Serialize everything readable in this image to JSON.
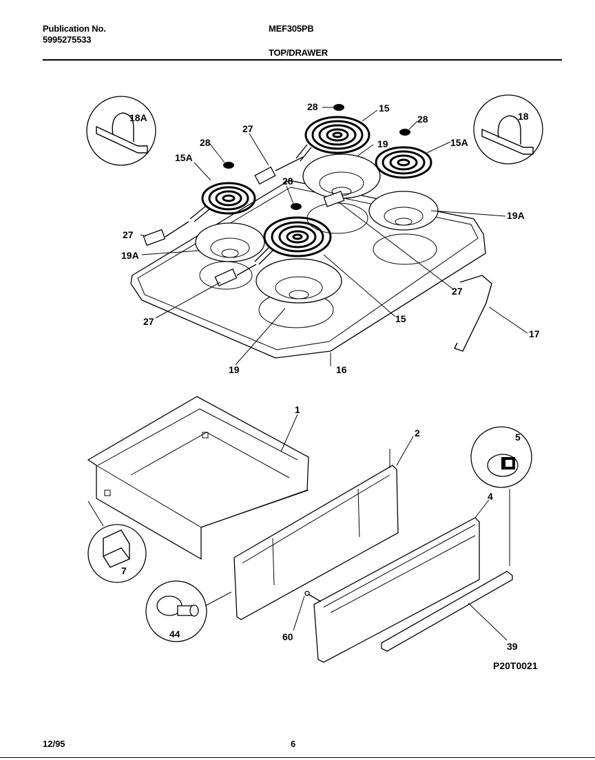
{
  "header": {
    "publication_label": "Publication No.",
    "publication_number": "5995275533",
    "model": "MEF305PB",
    "section": "TOP/DRAWER"
  },
  "footer": {
    "date": "12/95",
    "page": "6"
  },
  "diagram_id": "P20T0021",
  "callouts": {
    "c1": "1",
    "c2": "2",
    "c4": "4",
    "c5": "5",
    "c7": "7",
    "c15_top": "15",
    "c15_bottom": "15",
    "c15a_left": "15A",
    "c15a_right": "15A",
    "c16": "16",
    "c17": "17",
    "c18": "18",
    "c18a": "18A",
    "c19_top": "19",
    "c19_bottom": "19",
    "c19a_left": "19A",
    "c19a_right": "19A",
    "c27_top": "27",
    "c27_left": "27",
    "c27_right": "27",
    "c27_bottom": "27",
    "c28_top": "28",
    "c28_right": "28",
    "c28_left": "28",
    "c28_center": "28",
    "c39": "39",
    "c44": "44",
    "c60": "60"
  }
}
